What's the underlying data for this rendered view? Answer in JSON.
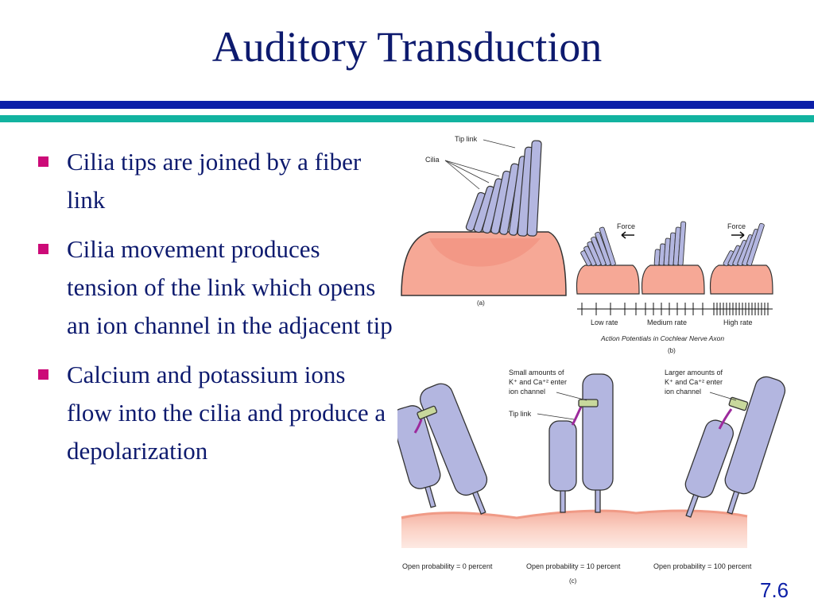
{
  "slide": {
    "title": "Auditory Transduction",
    "page_number": "7.6",
    "colors": {
      "title": "#0d1a6e",
      "bar_top": "#0c1fa8",
      "bar_bottom": "#12b3a0",
      "bullet": "#cc0a78"
    }
  },
  "bullets": [
    "Cilia tips are joined by a fiber link",
    "Cilia movement produces tension of the link which opens an ion channel in the adjacent tip",
    "Calcium and potassium ions flow into the cilia and produce a depolarization"
  ],
  "figure": {
    "panel_a": {
      "tip_link": "Tip link",
      "cilia": "Cilia",
      "caption": "(a)"
    },
    "panel_b": {
      "force": "Force",
      "low_rate": "Low rate",
      "medium_rate": "Medium rate",
      "high_rate": "High rate",
      "axon_label": "Action Potentials in Cochlear Nerve Axon",
      "caption": "(b)"
    },
    "panel_c": {
      "small_line1": "Small amounts of",
      "small_line2": "K⁺ and Ca⁺² enter",
      "small_line3": "ion channel",
      "tip_link": "Tip link",
      "large_line1": "Larger amounts of",
      "large_line2": "K⁺ and Ca⁺² enter",
      "large_line3": "ion channel",
      "open_0": "Open probability = 0 percent",
      "open_10": "Open probability = 10 percent",
      "open_100": "Open probability = 100 percent",
      "caption": "(c)"
    }
  }
}
